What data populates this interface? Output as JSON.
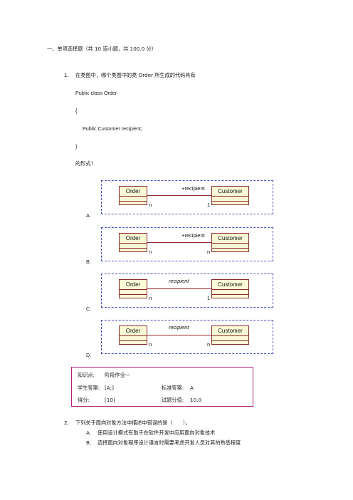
{
  "section_title": "一、单项选择题（共 10 道小题，共 100.0 分）",
  "q1": {
    "number": "1.",
    "text": "在类图中，哪个类图中的类 Order 所生成的代码具有",
    "code": [
      "Public class Order",
      "{",
      "Public Customer recipient;",
      "}"
    ],
    "suffix": "的形式?",
    "options": [
      {
        "label": "A.",
        "left_class": "Order",
        "right_class": "Customer",
        "role": "+recipient",
        "role_italic": false,
        "left_mult": "n",
        "right_mult": "1"
      },
      {
        "label": "B.",
        "left_class": "Order",
        "right_class": "Customer",
        "role": "+recipient",
        "role_italic": false,
        "left_mult": "n",
        "right_mult": "n"
      },
      {
        "label": "C.",
        "left_class": "Order",
        "right_class": "Customer",
        "role": "recipient",
        "role_italic": true,
        "left_mult": "n",
        "right_mult": "1"
      },
      {
        "label": "D.",
        "left_class": "Order",
        "right_class": "Customer",
        "role": "recipient",
        "role_italic": true,
        "left_mult": "n",
        "right_mult": "n"
      }
    ]
  },
  "info": {
    "knowledge_label": "知识点:",
    "knowledge_value": "阶段作业一",
    "student_answer_label": "学生答案:",
    "student_answer_value": "[A;]",
    "standard_answer_label": "标准答案:",
    "standard_answer_value": "A",
    "score_label": "得分:",
    "score_value": "[10]",
    "question_score_label": "试题分值:",
    "question_score_value": "10.0"
  },
  "q2": {
    "number": "2.",
    "text": "下列关于面向对象方法中描述中错误的是（　　）。",
    "choices": [
      {
        "label": "A.",
        "text": "使用设计模式有助于在软件开发中应用面向对象技术"
      },
      {
        "label": "B.",
        "text": "选择面向对象程序设计语言时需要考虑开发人员对其的熟悉程度"
      }
    ]
  },
  "colors": {
    "dashed_border": "#4a55b8",
    "uml_stroke": "#8b2a2a",
    "uml_fill": "#fbfbd8",
    "info_border": "#b0207a"
  }
}
